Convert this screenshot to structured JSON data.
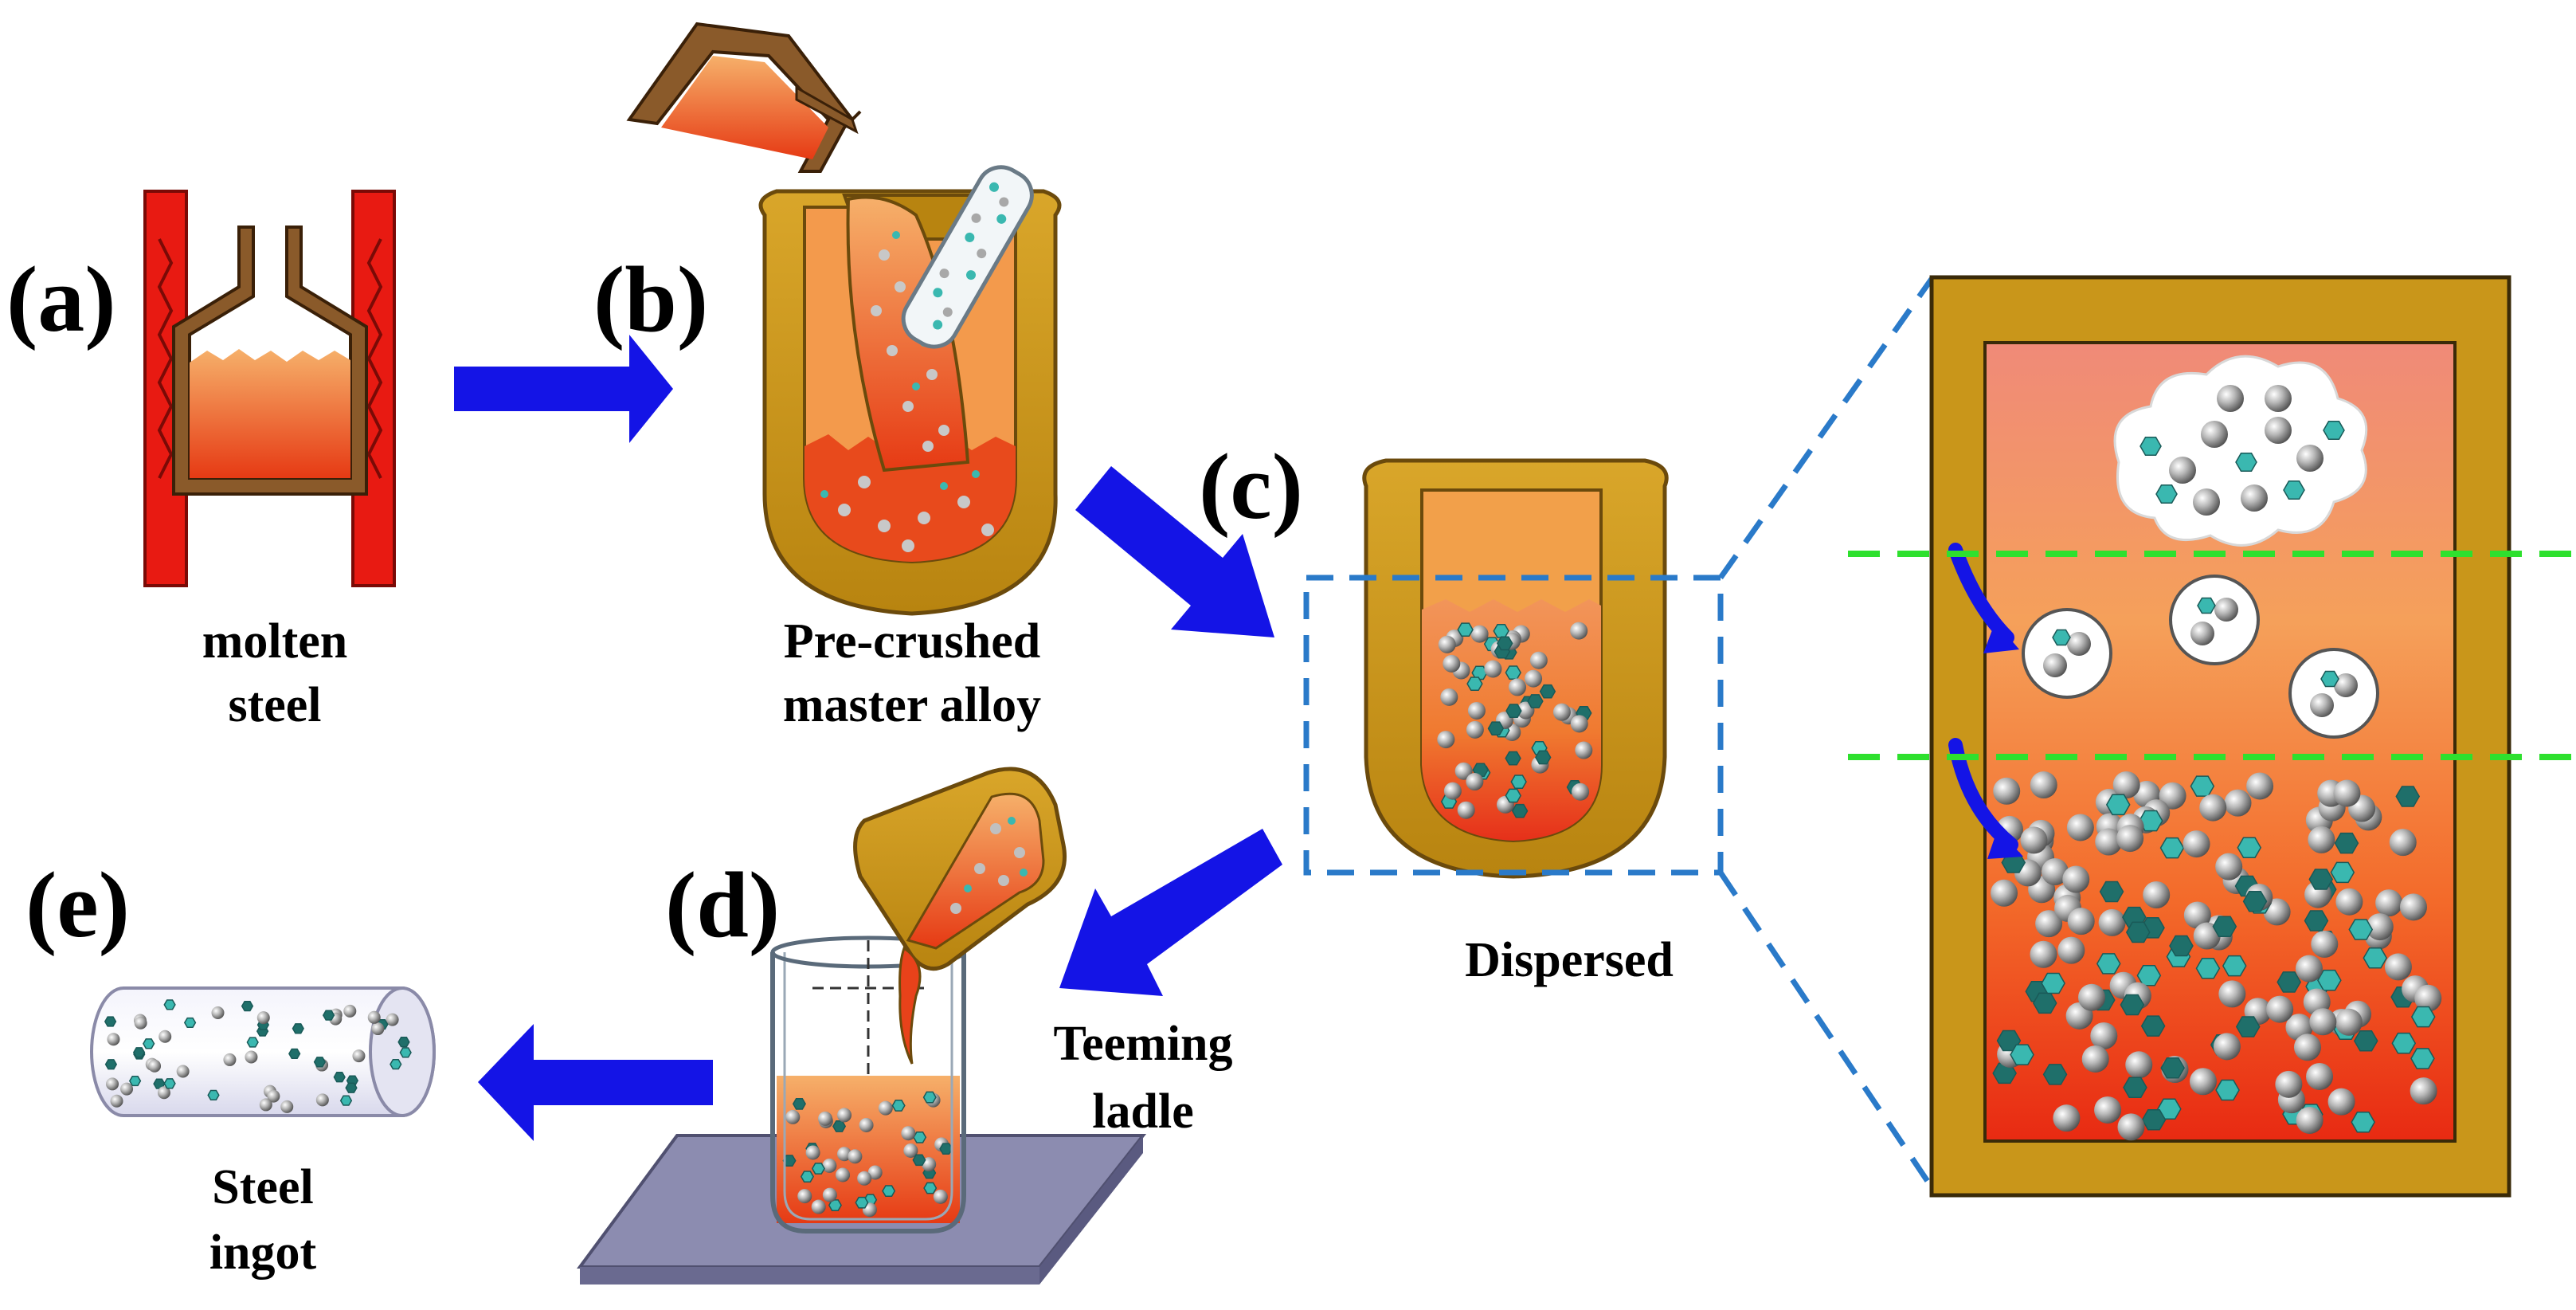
{
  "panels": {
    "a": {
      "letter": "(a)",
      "caption": [
        "molten",
        "steel"
      ]
    },
    "b": {
      "letter": "(b)",
      "caption": [
        "Pre-crushed",
        "master alloy"
      ]
    },
    "c": {
      "letter": "(c)",
      "caption": [
        "Dispersed"
      ]
    },
    "d": {
      "letter": "(d)",
      "caption": [
        "Teeming",
        "ladle"
      ]
    },
    "e": {
      "letter": "(e)",
      "caption": [
        "Steel",
        "ingot"
      ]
    }
  },
  "colors": {
    "arrow": "#1414e6",
    "furnace_red": "#e81a12",
    "ladle_brown": "#8a5a2a",
    "crucible_gold": "#c9961a",
    "crucible_outline": "#6b4a0c",
    "melt_top": "#f3a24c",
    "melt_bottom": "#e8421a",
    "zoom_frame": "#2a7ac9",
    "layer_divider": "#2ee02e",
    "particle_gray": "#9a9a9a",
    "particle_teal": "#3ab8b0",
    "plate": "#8080a8"
  }
}
